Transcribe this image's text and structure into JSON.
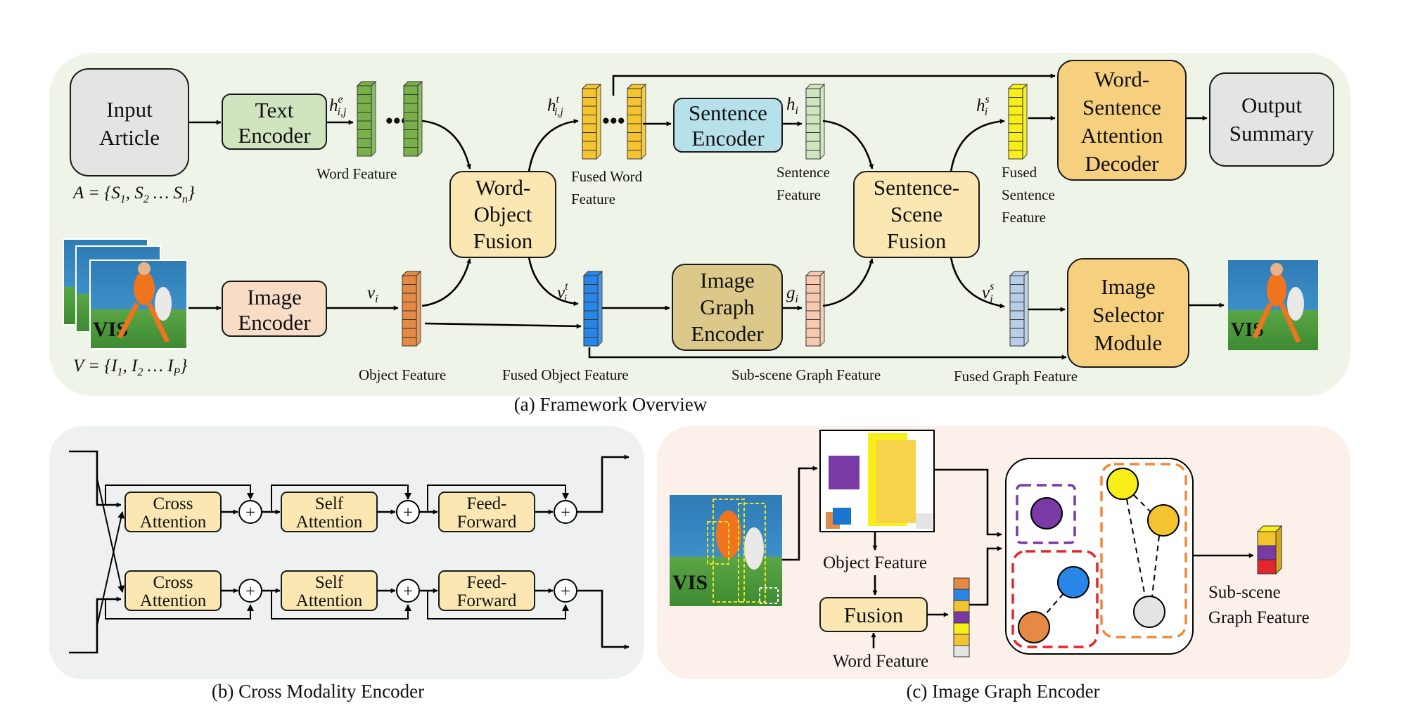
{
  "colors": {
    "panel_a_bg": "#eef5e8",
    "panel_b_bg": "#eff1f0",
    "panel_c_bg": "#fbf1ea",
    "gray_box": "#e4e5e2",
    "green_box": "#cfe4bf",
    "peach_box": "#f8dcc6",
    "yellow_box": "#fbe7b2",
    "orange_box": "#f6cf7f",
    "cyan_box": "#b6e1ea",
    "tan_box": "#dcc98a",
    "green_feat": "#79b04a",
    "orange_feat": "#e58a44",
    "yellow_feat": "#f4c430",
    "blue_feat": "#2a86e6",
    "lightgreen_feat": "#cfe4bf",
    "pink_feat": "#f6c9b0",
    "bright_yellow_feat": "#f7ee1a",
    "lightblue_feat": "#b8cde8",
    "purple": "#7a3aa6",
    "red_dash": "#e3262b",
    "orange_dash": "#ee8a3a"
  },
  "panel_a": {
    "input_article": [
      "Input",
      "Article"
    ],
    "text_encoder": [
      "Text",
      "Encoder"
    ],
    "image_encoder": [
      "Image",
      "Encoder"
    ],
    "word_object_fusion": [
      "Word-",
      "Object",
      "Fusion"
    ],
    "sentence_encoder": [
      "Sentence",
      "Encoder"
    ],
    "image_graph_encoder": [
      "Image",
      "Graph",
      "Encoder"
    ],
    "sentence_scene_fusion": [
      "Sentence-",
      "Scene",
      "Fusion"
    ],
    "word_sentence_decoder": [
      "Word-",
      "Sentence",
      "Attention",
      "Decoder"
    ],
    "output_summary": [
      "Output",
      "Summary"
    ],
    "image_selector": [
      "Image",
      "Selector",
      "Module"
    ],
    "formula_article": {
      "lhs": "A = {",
      "s1": "S",
      "s1_sub": "1",
      "sep1": ", ",
      "s2": "S",
      "s2_sub": "2",
      "sep2": " … ",
      "sn": "S",
      "sn_sub": "n",
      "rhs": "}"
    },
    "formula_images": {
      "lhs": "V = {",
      "s1": "I",
      "s1_sub": "1",
      "sep1": ", ",
      "s2": "I",
      "s2_sub": "2",
      "sep2": " … ",
      "sn": "I",
      "sn_sub": "P",
      "rhs": "}"
    },
    "labels": {
      "word_feature": "Word Feature",
      "object_feature": "Object Feature",
      "fused_word_feature": [
        "Fused Word",
        "Feature"
      ],
      "fused_object_feature": "Fused Object Feature",
      "sentence_feature": [
        "Sentence",
        "Feature"
      ],
      "subscene_graph_feature": "Sub-scene Graph Feature",
      "fused_sentence_feature": [
        "Fused",
        "Sentence",
        "Feature"
      ],
      "fused_graph_feature": "Fused Graph Feature"
    },
    "symbols": {
      "h_e": {
        "base": "h",
        "sup": "e",
        "sub": "i,j"
      },
      "h_t": {
        "base": "h",
        "sup": "t",
        "sub": "i,j"
      },
      "h_i": {
        "base": "h",
        "sub": "i"
      },
      "h_s": {
        "base": "h",
        "sup": "s",
        "sub": "i"
      },
      "v_i": {
        "base": "v",
        "sub": "i"
      },
      "v_t": {
        "base": "v",
        "sup": "t",
        "sub": "i"
      },
      "g_i": {
        "base": "g",
        "sub": "i"
      },
      "v_s": {
        "base": "v",
        "sup": "s",
        "sub": "i"
      }
    },
    "ellipsis": "•••",
    "caption": "(a) Framework Overview"
  },
  "panel_b": {
    "cross_attention": [
      "Cross",
      "Attention"
    ],
    "self_attention": [
      "Self",
      "Attention"
    ],
    "feed_forward": [
      "Feed-",
      "Forward"
    ],
    "plus": "+",
    "caption": "(b) Cross Modality Encoder"
  },
  "panel_c": {
    "object_feature": "Object Feature",
    "fusion": "Fusion",
    "word_feature": "Word Feature",
    "subscene_graph_feature": [
      "Sub-scene",
      "Graph Feature"
    ],
    "caption": "(c) Image Graph Encoder"
  }
}
